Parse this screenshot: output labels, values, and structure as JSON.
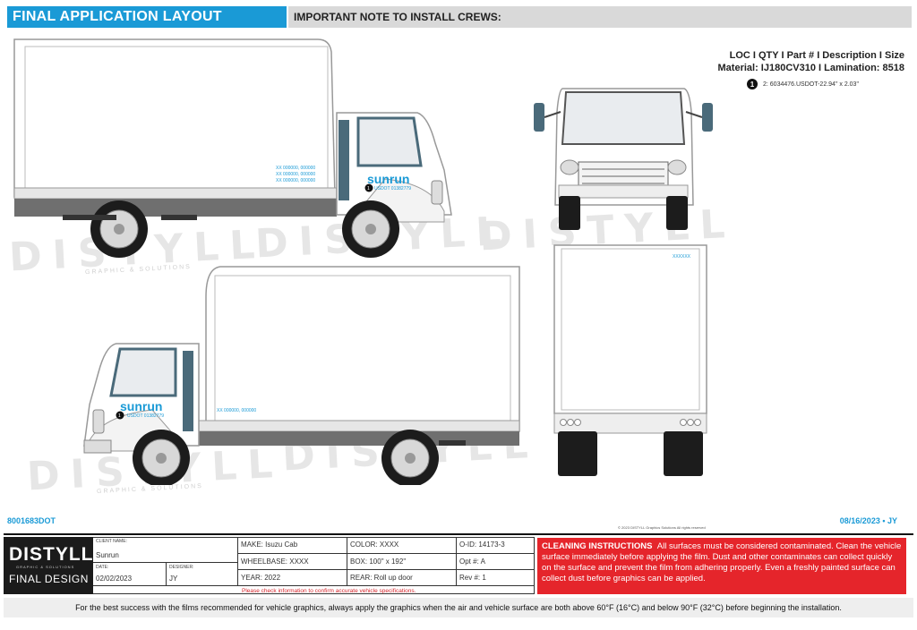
{
  "header": {
    "title": "FINAL APPLICATION LAYOUT",
    "note": "IMPORTANT NOTE TO INSTALL CREWS:"
  },
  "spec": {
    "columns": "LOC I QTY I Part # I Description I Size",
    "material": "Material: IJ180CV310 I Lamination: 8518",
    "item_number": "1",
    "item_text": "2: 6034476.USDOT-22.94\" x 2.03\""
  },
  "truck_graphics": {
    "brand": "sunrun",
    "usdot": "USDOT 01382779",
    "number_line": "XX 000000, 000000",
    "rear_mark": "XXXXXX"
  },
  "watermark": {
    "word": "DISTYLL",
    "tagline": "GRAPHIC & SOLUTIONS"
  },
  "job_code": "8001683DOT",
  "date_stamp": "08/16/2023 • JY",
  "copyright": "© 2023 DISTYLL Graphics Solutions   All rights reserved",
  "title_block": {
    "logo_text": "DISTYLL",
    "logo_sub": "GRAPHIC & SOLUTIONS",
    "stage": "FINAL DESIGN",
    "client_label": "CLIENT NAME:",
    "client": "Sunrun",
    "date_label": "DATE:",
    "date": "02/02/2023",
    "designer_label": "DESIGNER:",
    "designer": "JY",
    "make": "MAKE:  Isuzu Cab",
    "color": "COLOR:  XXXX",
    "oid": "O-ID:  14173-3",
    "wheelbase": "WHEELBASE:  XXXX",
    "box": "BOX: 100\" x 192\"",
    "opt": "Opt #:  A",
    "year": "YEAR:  2022",
    "rear": "REAR: Roll up door",
    "rev": "Rev #: 1",
    "warning": "Please check information to confirm accurate vehicle specifications."
  },
  "cleaning": {
    "title": "CLEANING INSTRUCTIONS",
    "body": "All surfaces must be considered contaminated. Clean the vehicle surface immediately before applying the film. Dust and other contaminates can collect quickly on the surface and prevent the film from adhering properly. Even a freshly painted surface can collect dust before graphics can be applied."
  },
  "footer": "For the best success with the films recommended for vehicle graphics, always apply the graphics when the air and vehicle surface are both above 60°F (16°C) and below 90°F (32°C) before beginning the installation."
}
